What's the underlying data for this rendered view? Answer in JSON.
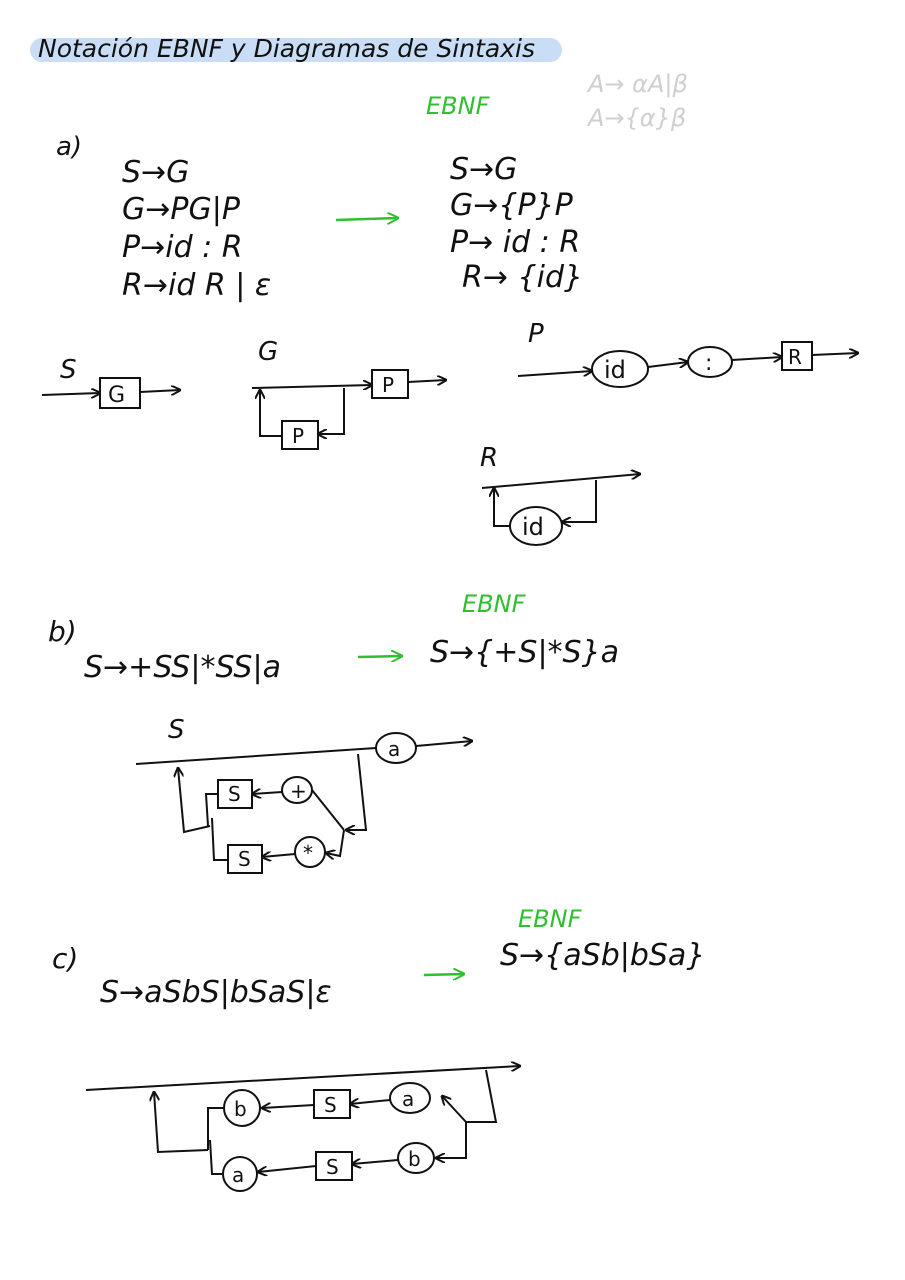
{
  "title": "Notación EBNF y Diagramas de Sintaxis",
  "margin_note": [
    "A→ αA|β",
    "A→{α}β"
  ],
  "sections": {
    "a": {
      "label": "a)",
      "ebnf_label": "EBNF",
      "grammar": [
        "S→G",
        "G→PG|P",
        "P→id : R",
        "R→id R | ε"
      ],
      "ebnf": [
        "S→G",
        "G→{P}P",
        "P→ id : R",
        "R→ {id}"
      ],
      "diagrams": {
        "S": {
          "name": "S",
          "nodes": [
            "G"
          ]
        },
        "G": {
          "name": "G",
          "nodes": [
            "P",
            "P"
          ]
        },
        "P": {
          "name": "P",
          "nodes": [
            "id",
            ":",
            "R"
          ]
        },
        "R": {
          "name": "R",
          "nodes": [
            "id"
          ]
        }
      }
    },
    "b": {
      "label": "b)",
      "ebnf_label": "EBNF",
      "grammar": "S→+SS|*SS|a",
      "ebnf": "S→{+S|*S}a",
      "diagram": {
        "name": "S",
        "nodes": [
          "a",
          "S",
          "+",
          "S",
          "*"
        ]
      }
    },
    "c": {
      "label": "c)",
      "ebnf_label": "EBNF",
      "grammar": "S→aSbS|bSaS|ε",
      "ebnf": "S→{aSb|bSa}",
      "diagram": {
        "nodes": [
          "b",
          "S",
          "a",
          "a",
          "S",
          "b"
        ]
      }
    }
  },
  "colors": {
    "ink": "#111111",
    "green": "#2fbf2f",
    "highlight": "#c9def6",
    "faint": "#cfcfcf"
  }
}
